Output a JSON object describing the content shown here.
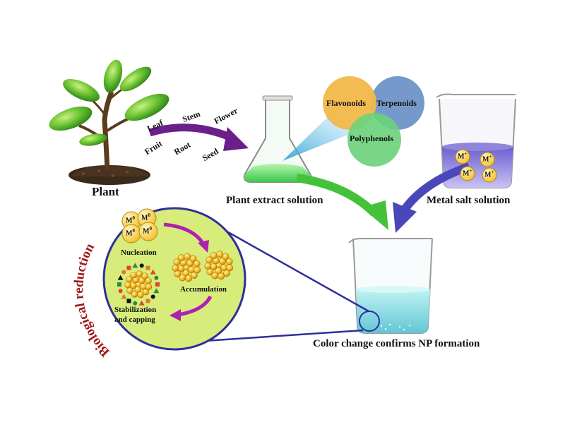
{
  "title": "",
  "labels": {
    "plant": "Plant",
    "plant_parts": [
      "Leaf",
      "Stem",
      "Flower",
      "Fruit",
      "Root",
      "Seed"
    ],
    "plant_extract": "Plant extract solution",
    "metal_salt": "Metal salt solution",
    "color_change": "Color change confirms NP formation",
    "biological_reduction": "Biological reduction",
    "nucleation": "Nucleation",
    "accumulation": "Accumulation",
    "stabilization_line1": "Stabilization",
    "stabilization_line2": "and capping"
  },
  "phytochemicals": [
    {
      "name": "Flavonoids",
      "color": "#f2b84a"
    },
    {
      "name": "Terpenoids",
      "color": "#6f93c9"
    },
    {
      "name": "Polyphenols",
      "color": "#6cd27a"
    }
  ],
  "ions": {
    "metal_ion": "M",
    "metal_ion_sup": "+",
    "metal_atom": "M",
    "metal_atom_sup": "0"
  },
  "colors": {
    "arrow_purple": "#6a1f8a",
    "arrow_green": "#44c23a",
    "arrow_blue": "#4a47b8",
    "arrow_magenta": "#b020b0",
    "zoom_circle": "#d7ec7a",
    "zoom_outline": "#2f2f9a",
    "bio_text": "#a01818"
  },
  "icons": [
    "plant-icon",
    "flask-icon",
    "beaker-icon",
    "nanoparticle-icon"
  ]
}
